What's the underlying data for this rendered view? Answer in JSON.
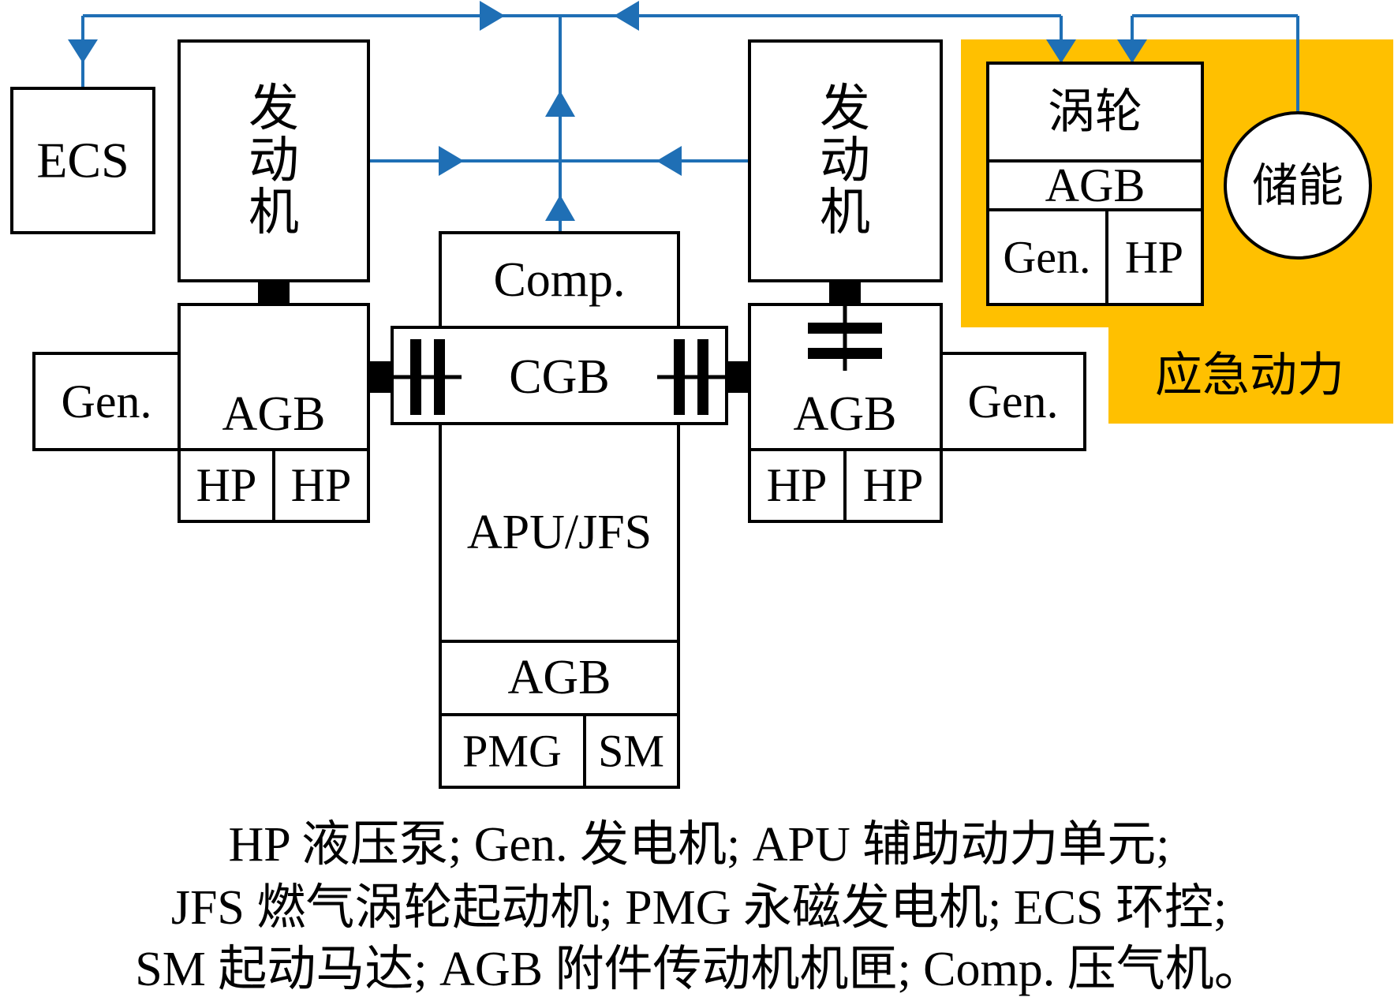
{
  "colors": {
    "flow_line": "#1f6fb5",
    "emergency_fill": "#FFC000",
    "box_stroke": "#000000"
  },
  "labels": {
    "ecs": "ECS",
    "engine_left": [
      "发",
      "动",
      "机"
    ],
    "engine_right": [
      "发",
      "动",
      "机"
    ],
    "comp": "Comp.",
    "cgb": "CGB",
    "apu_jfs": "APU/JFS",
    "agb": "AGB",
    "gen": "Gen.",
    "hp": "HP",
    "pmg": "PMG",
    "sm": "SM",
    "turbine": "涡轮",
    "storage": "储能",
    "emergency_power": "应急动力"
  },
  "legend": {
    "line1": "HP 液压泵; Gen. 发电机; APU 辅助动力单元;",
    "line2": "JFS 燃气涡轮起动机;  PMG 永磁发电机;  ECS 环控;",
    "line3": "SM 起动马达; AGB 附件传动机机匣; Comp. 压气机。"
  }
}
